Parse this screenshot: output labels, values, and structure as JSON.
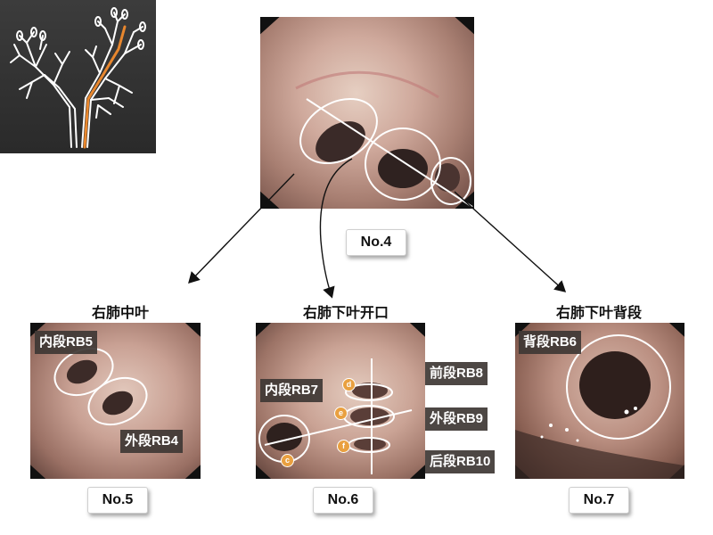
{
  "top_image": {
    "badge": "No.4"
  },
  "left_panel": {
    "title": "右肺中叶",
    "labels": [
      "内段RB5",
      "外段RB4"
    ],
    "badge": "No.5"
  },
  "center_panel": {
    "title": "右肺下叶开口",
    "labels": [
      "内段RB7",
      "前段RB8",
      "外段RB9",
      "后段RB10"
    ],
    "markers": [
      "d",
      "e",
      "f",
      "c"
    ],
    "badge": "No.6"
  },
  "right_panel": {
    "title": "右肺下叶背段",
    "labels": [
      "背段RB6"
    ],
    "badge": "No.7"
  },
  "colors": {
    "highlight_path": "#e8872e",
    "annotation": "#ffffff",
    "arrow": "#111111"
  }
}
